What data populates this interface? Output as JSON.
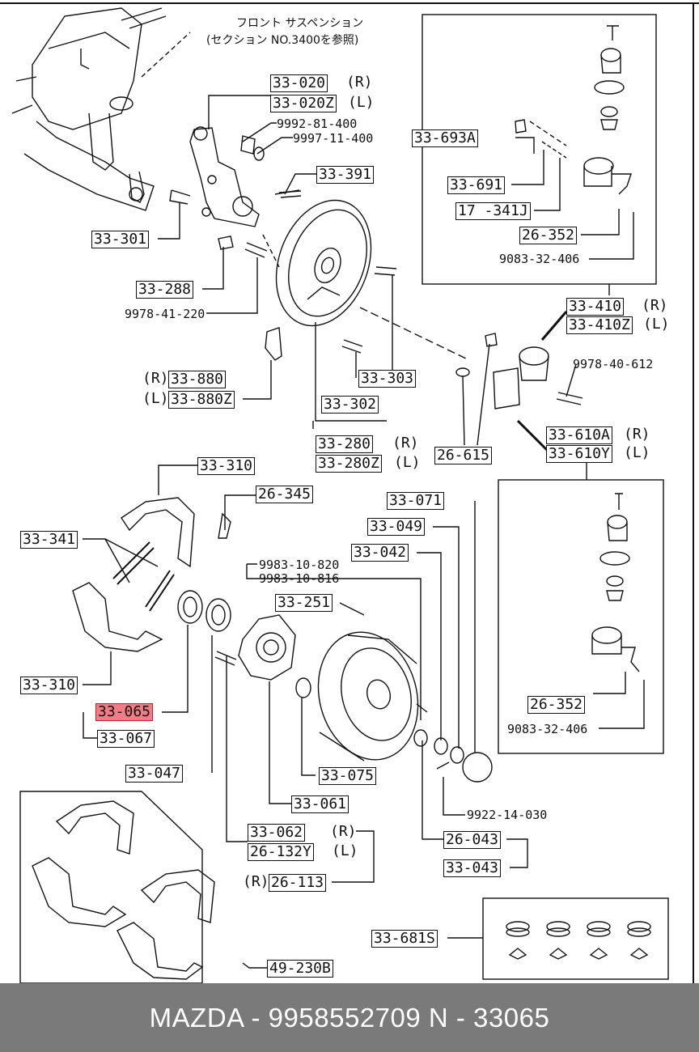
{
  "note": {
    "line1": "フロント サスペンション",
    "line2": "(セクション NO.3400を参照)"
  },
  "side_labels": {
    "r": "(R)",
    "l": "(L)"
  },
  "parts": {
    "p33_020": "33-020",
    "p33_020z": "33-020Z",
    "p9992_81_400": "9992-81-400",
    "p9997_11_400": "9997-11-400",
    "p33_391": "33-391",
    "p33_301": "33-301",
    "p33_288": "33-288",
    "p9978_41_220": "9978-41-220",
    "p33_880": "33-880",
    "p33_880z": "33-880Z",
    "p33_303": "33-303",
    "p33_302": "33-302",
    "p33_280": "33-280",
    "p33_280z": "33-280Z",
    "p33_693a": "33-693A",
    "p33_691": "33-691",
    "p17_341j": "17 -341J",
    "p26_352_top": "26-352",
    "p9083_32_406_top": "9083-32-406",
    "p33_410": "33-410",
    "p33_410z": "33-410Z",
    "p9978_40_612": "9978-40-612",
    "p26_615": "26-615",
    "p33_610a": "33-610A",
    "p33_610y": "33-610Y",
    "p33_310_top": "33-310",
    "p26_345": "26-345",
    "p33_341": "33-341",
    "p33_071": "33-071",
    "p33_049": "33-049",
    "p33_042": "33-042",
    "p9983_10_820": "9983-10-820",
    "p9983_10_816": "9983-10-816",
    "p33_251": "33-251",
    "p33_310_bottom": "33-310",
    "p33_065": "33-065",
    "p33_067": "33-067",
    "p33_047": "33-047",
    "p33_075": "33-075",
    "p33_061": "33-061",
    "p33_062": "33-062",
    "p26_132y": "26-132Y",
    "p26_113": "26-113",
    "p9922_14_030": "9922-14-030",
    "p26_043": "26-043",
    "p33_043": "33-043",
    "p26_352_bottom": "26-352",
    "p9083_32_406_bottom": "9083-32-406",
    "p33_681s": "33-681S",
    "p49_230b": "49-230B"
  },
  "footer": {
    "text": "MAZDA - 9958552709     N - 33065"
  },
  "colors": {
    "highlight": "#f27b86",
    "footer_bg": "#7a7a7a",
    "line": "#111111"
  }
}
